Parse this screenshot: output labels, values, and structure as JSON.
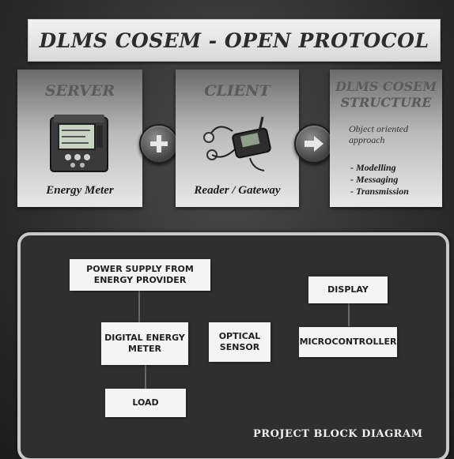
{
  "header": {
    "title": "DLMS COSEM - OPEN PROTOCOL"
  },
  "server": {
    "title": "SERVER",
    "caption": "Energy Meter",
    "icon": "energy-meter-icon"
  },
  "client": {
    "title": "CLIENT",
    "caption": "Reader / Gateway",
    "icon": "handheld-reader-icon"
  },
  "structure": {
    "title_line1": "DLMS COSEM",
    "title_line2": "STRUCTURE",
    "description": "Object oriented approach",
    "items": [
      "- Modelling",
      "- Messaging",
      "- Transmission"
    ]
  },
  "connectors": {
    "plus_icon": "plus-icon",
    "arrow_icon": "arrow-right-icon"
  },
  "diagram": {
    "blocks": {
      "power_supply": "POWER SUPPLY FROM ENERGY PROVIDER",
      "digital_meter": "DIGITAL ENERGY METER",
      "optical_sensor": "OPTICAL SENSOR",
      "microcontroller": "MICROCONTROLLER",
      "display": "DISPLAY",
      "load": "LOAD"
    },
    "caption": "PROJECT BLOCK DIAGRAM"
  }
}
